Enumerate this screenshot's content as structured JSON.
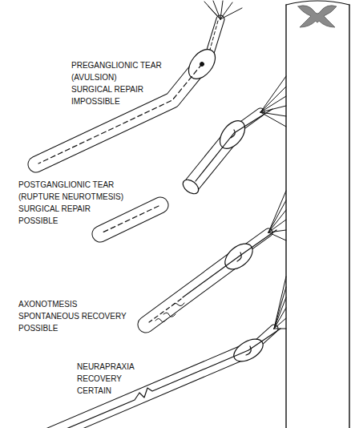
{
  "diagram": {
    "labels": [
      "PREGANGLIONIC TEAR",
      "(AVULSION)",
      "SURGICAL REPAIR",
      "IMPOSSIBLE",
      "POSTGANGLIONIC TEAR",
      "(RUPTURE NEUROTMESIS)",
      "SURGICAL REPAIR",
      "POSSIBLE",
      "AXONOTMESIS",
      "SPONTANEOUS RECOVERY",
      "POSSIBLE",
      "NEURAPRAXIA",
      "RECOVERY",
      "CERTAIN"
    ]
  }
}
